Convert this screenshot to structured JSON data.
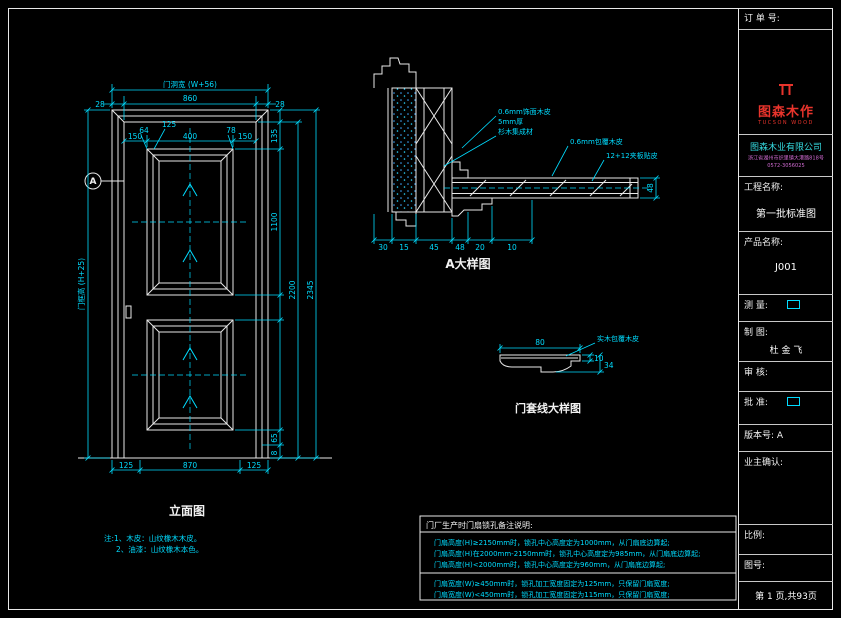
{
  "sheet": {
    "page_info": "第 1 页,共93页"
  },
  "title_block": {
    "order_label": "订 单 号:",
    "logo_name": "图森木作",
    "logo_sub": "TUCSON WOOD",
    "company": "图森木业有限公司",
    "addr1": "浙江省湖州市织里镇大港路818号",
    "addr2": "0572-3056025",
    "project_label": "工程名称:",
    "project_value": "第一批标准图",
    "product_label": "产品名称:",
    "product_value": "J001",
    "measure_label": "测 量:",
    "draft_label": "制 图:",
    "draft_value": "杜 金 飞",
    "review_label": "审 核:",
    "approve_label": "批 准:",
    "version_label": "版本号: A",
    "owner_label": "业主确认:",
    "scale_label": "比例:",
    "figno_label": "图号:"
  },
  "elevation": {
    "caption": "立面图",
    "bubble": "A",
    "note1": "注:1、木皮：山纹橡木木皮。",
    "note2": "2、油漆：山纹橡木本色。",
    "dims": {
      "top_total": "门洞宽 (W+56)",
      "leaf_w": "860",
      "d28l": "28",
      "d28r": "28",
      "p_l": "150",
      "p_m": "400",
      "p_r": "150",
      "lead64": "64",
      "lead125": "125",
      "lead78": "78",
      "left_h": "门框高 (H+25)",
      "r135": "135",
      "r1100": "1100",
      "r65": "65",
      "r8": "8",
      "r2200": "2200",
      "r2345": "2345",
      "b_l": "125",
      "b_m": "870",
      "b_r": "125"
    }
  },
  "detail_a": {
    "caption": "A大样图",
    "labels": {
      "veneer_face": "0.6mm饰面木皮",
      "thick5": "5mm厚",
      "core": "杉木集成材",
      "veneer_wrap": "0.6mm包覆木皮",
      "ply": "12+12夹板贴皮"
    },
    "dims": {
      "d30": "30",
      "d15": "15",
      "d45": "45",
      "d48": "48",
      "d20": "20",
      "d10": "10",
      "t48": "48"
    }
  },
  "casing": {
    "caption": "门套线大样图",
    "label": "实木包覆木皮",
    "d80": "80",
    "d10": "10",
    "d34": "34"
  },
  "notes_box": {
    "title": "门厂生产时门扇锁孔备注说明:",
    "lines": [
      "门扇高度(H)≥2150mm时，锁孔中心高度定为1000mm，从门扇底边算起;",
      "门扇高度(H)在2000mm-2150mm时，锁孔中心高度定为985mm，从门扇底边算起;",
      "门扇高度(H)<2000mm时，锁孔中心高度定为960mm，从门扇底边算起;",
      "门扇宽度(W)≥450mm时，锁孔加工宽度固定为125mm，只保留门扇宽度;",
      "门扇宽度(W)<450mm时，锁孔加工宽度固定为115mm，只保留门扇宽度;"
    ]
  }
}
